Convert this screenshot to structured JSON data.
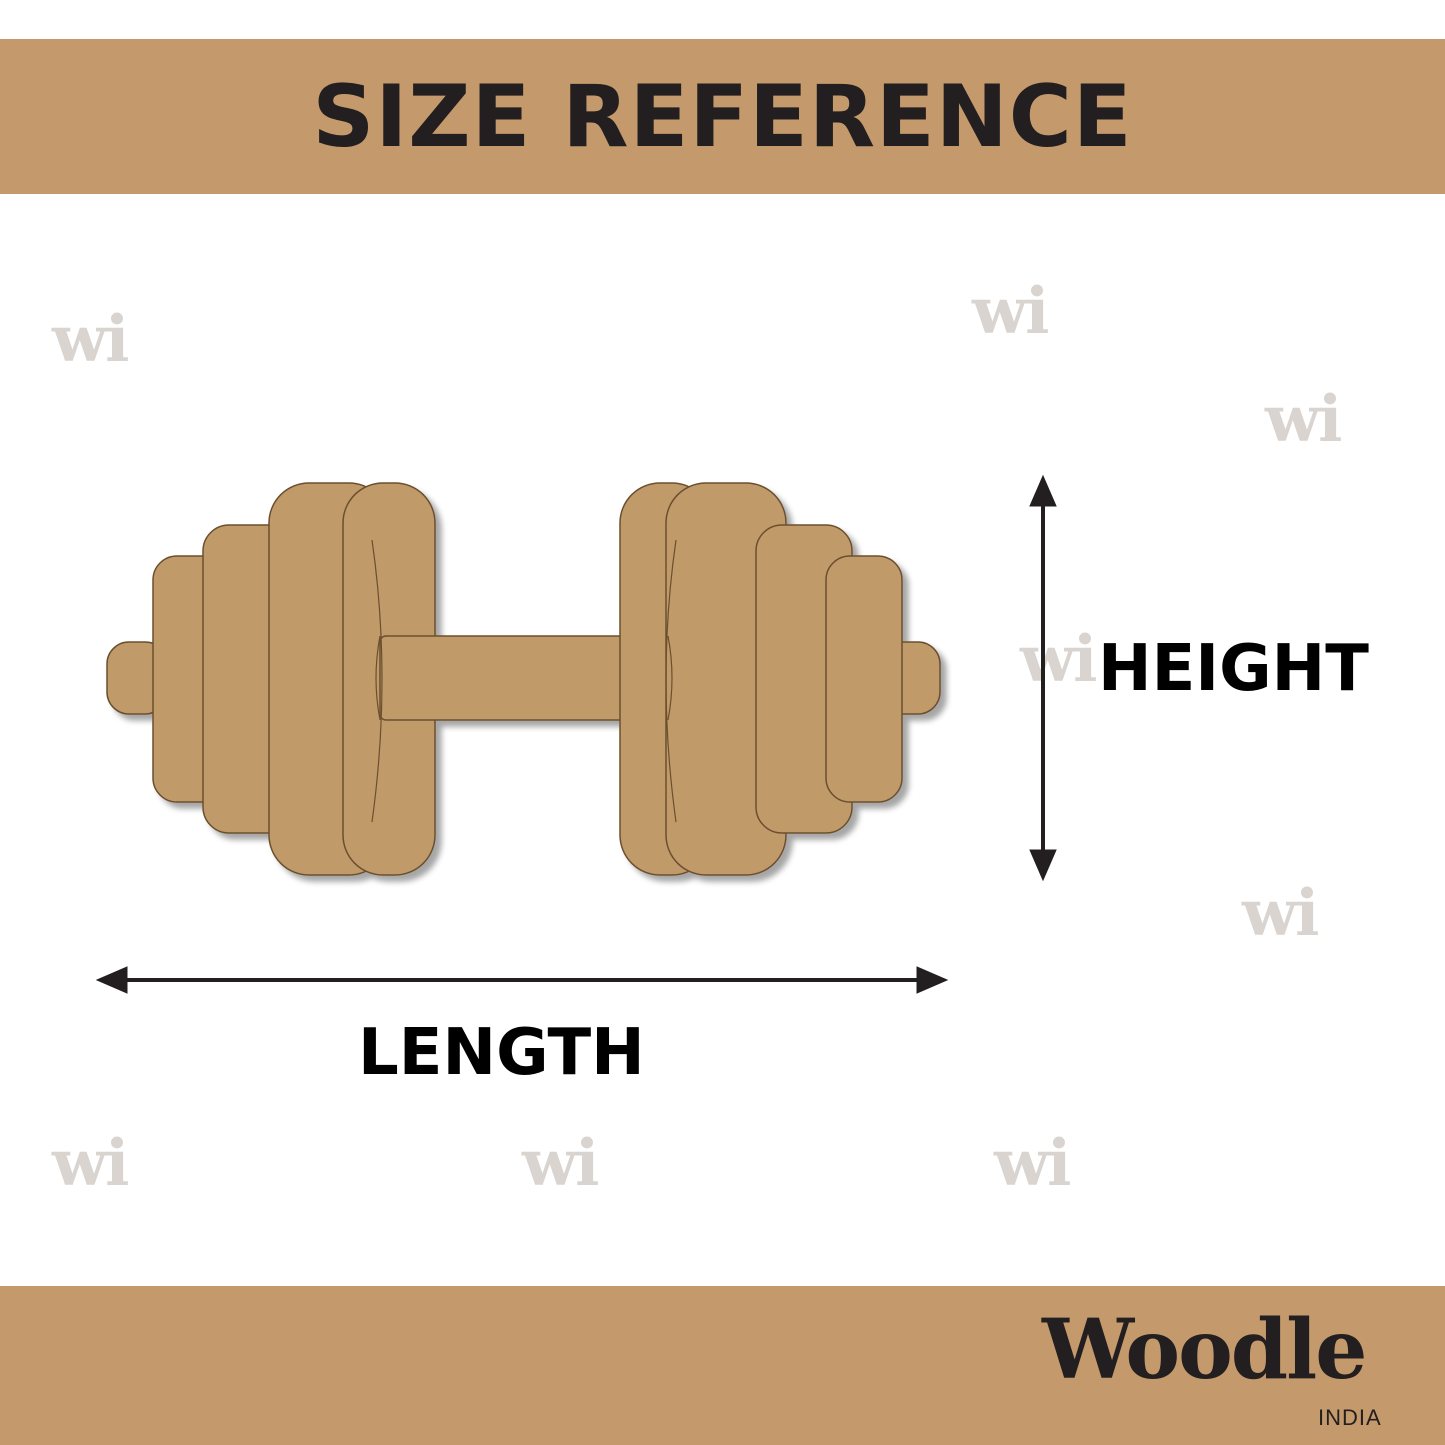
{
  "header": {
    "title": "SIZE REFERENCE"
  },
  "labels": {
    "height": "HEIGHT",
    "length": "LENGTH"
  },
  "watermark": {
    "text": "wi"
  },
  "brand": {
    "name": "Woodle",
    "sub": "INDIA"
  },
  "colors": {
    "banner": "#c49a6c",
    "product": "#c19a6b",
    "product_outline": "#6b4f2e",
    "arrow": "#231f20",
    "watermark": "#d9d4cf"
  }
}
